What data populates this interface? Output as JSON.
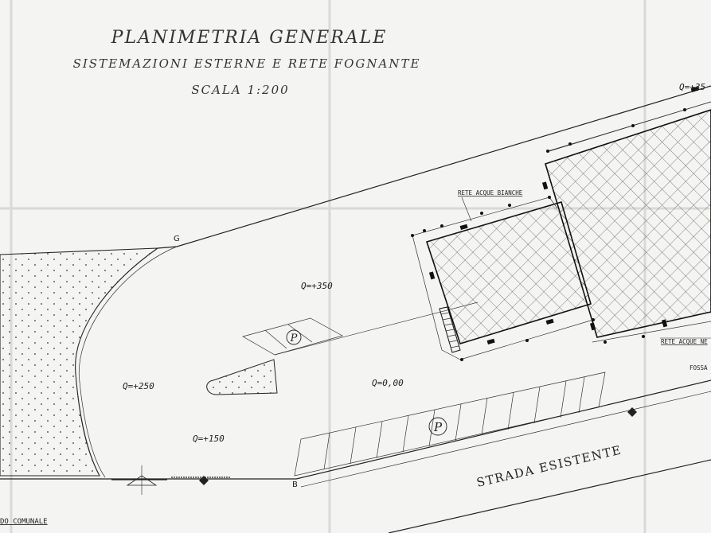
{
  "title": {
    "main": "PLANIMETRIA GENERALE",
    "subtitle": "SISTEMAZIONI ESTERNE E RETE FOGNANTE",
    "scale": "SCALA 1:200"
  },
  "points": {
    "g": "G",
    "b": "B"
  },
  "elevations": {
    "top_right": "Q=+35",
    "center": "Q=+350",
    "left": "Q=+250",
    "bottom_left": "Q=+150",
    "courtyard": "Q=0,00"
  },
  "parking": {
    "upper": "P",
    "lower": "P"
  },
  "network_labels": {
    "white_water": "RETE ACQUE BIANCHE",
    "black_water": "RETE ACQUE NE",
    "pit": "FOSSA"
  },
  "road": {
    "existing": "STRADA ESISTENTE",
    "municipal": "DO COMUNALE"
  },
  "colors": {
    "ink": "#222222",
    "paper": "#f4f4f2",
    "fold": "#d9d9d6"
  }
}
